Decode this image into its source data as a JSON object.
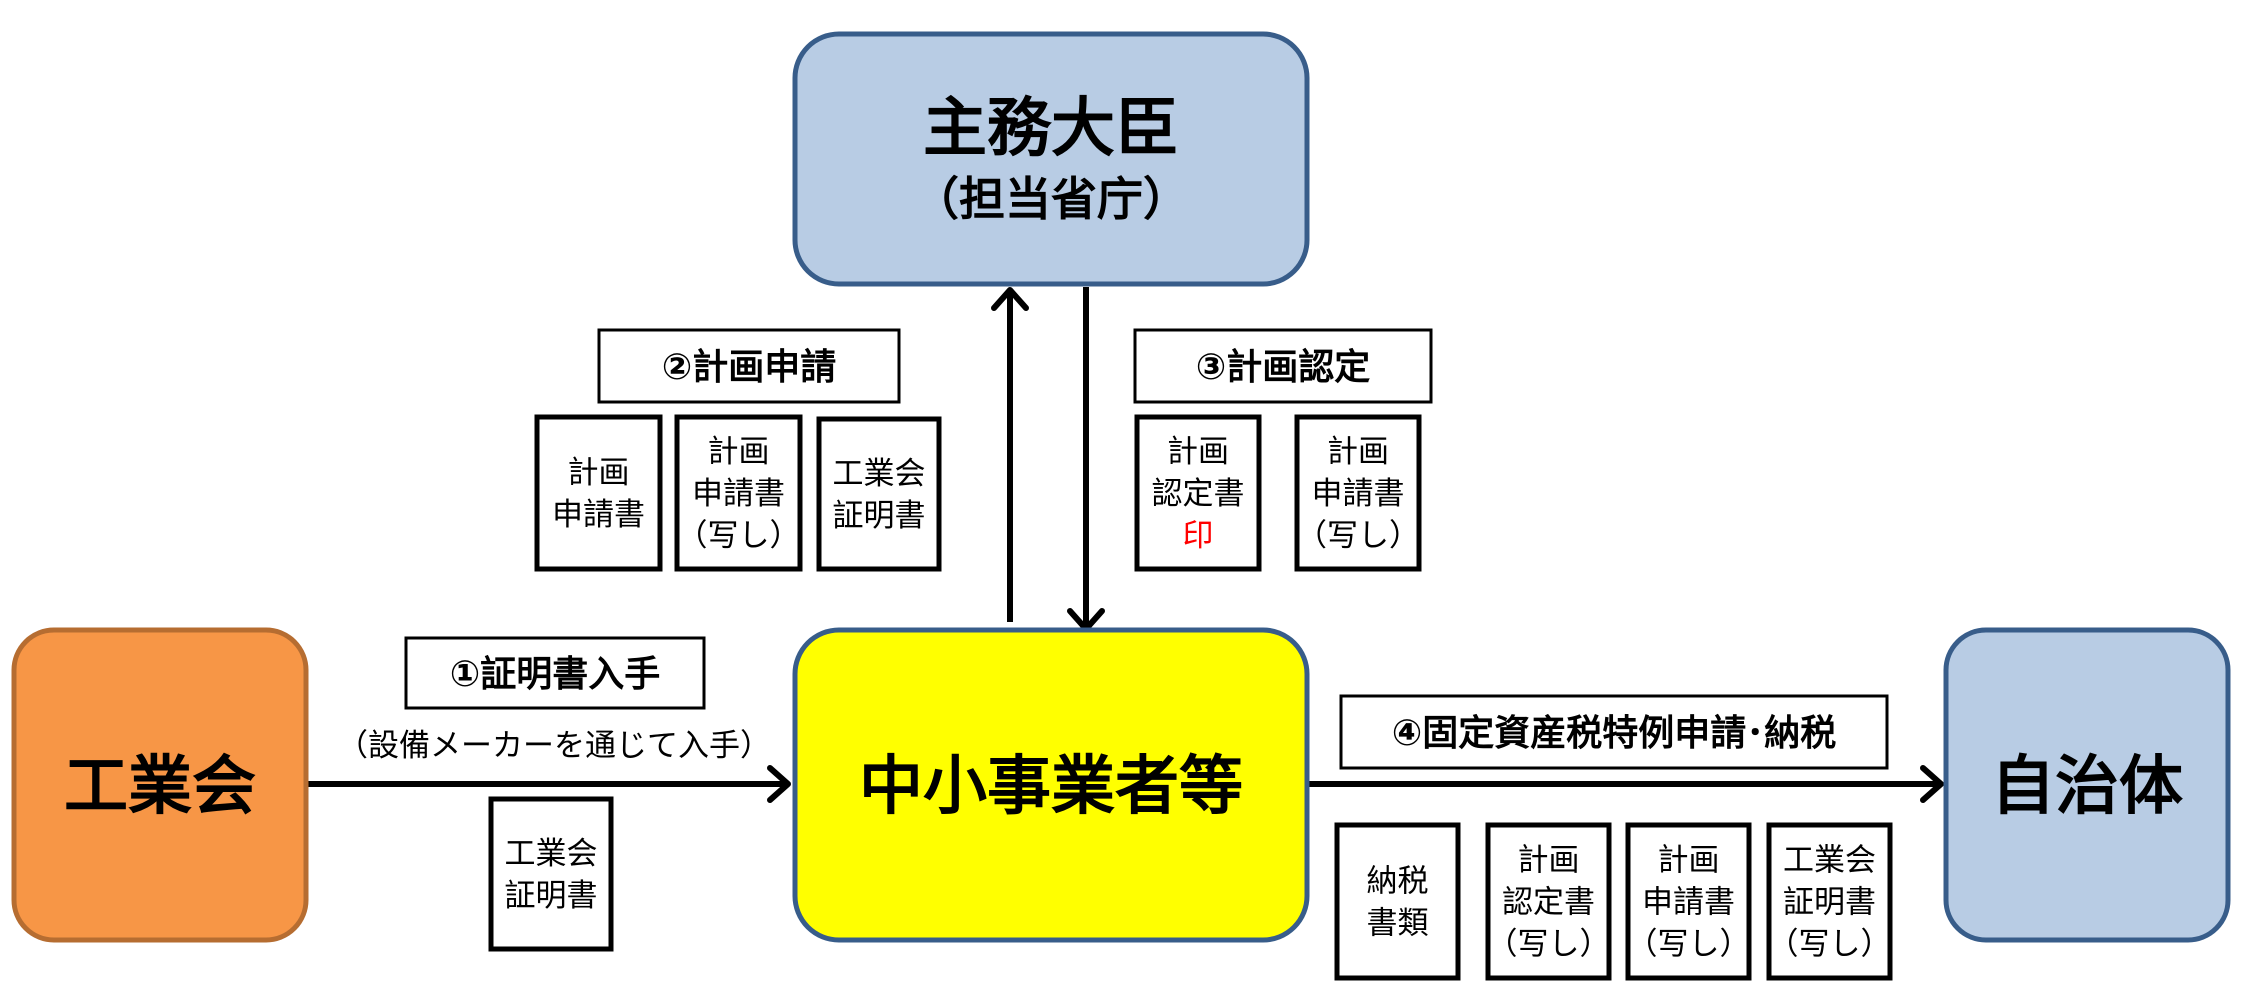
{
  "nodes": {
    "minister": {
      "title": "主務大臣",
      "subtitle": "（担当省庁）"
    },
    "industry_assoc": {
      "title": "工業会"
    },
    "sme": {
      "title": "中小事業者等"
    },
    "municipality": {
      "title": "自治体"
    }
  },
  "steps": {
    "step1": {
      "label": "①証明書入手",
      "note": "（設備メーカーを通じて入手）"
    },
    "step2": {
      "label": "②計画申請"
    },
    "step3": {
      "label": "③計画認定"
    },
    "step4": {
      "label": "④固定資産税特例申請･納税"
    }
  },
  "documents": {
    "step1_docs": [
      {
        "lines": [
          "工業会",
          "証明書"
        ]
      }
    ],
    "step2_docs": [
      {
        "lines": [
          "計画",
          "申請書"
        ]
      },
      {
        "lines": [
          "計画",
          "申請書",
          "（写し）"
        ]
      },
      {
        "lines": [
          "工業会",
          "証明書"
        ]
      }
    ],
    "step3_docs": [
      {
        "lines": [
          "計画",
          "認定書"
        ],
        "stamp": "印"
      },
      {
        "lines": [
          "計画",
          "申請書",
          "（写し）"
        ]
      }
    ],
    "step4_docs": [
      {
        "lines": [
          "納税",
          "書類"
        ]
      },
      {
        "lines": [
          "計画",
          "認定書",
          "（写し）"
        ]
      },
      {
        "lines": [
          "計画",
          "申請書",
          "（写し）"
        ]
      },
      {
        "lines": [
          "工業会",
          "証明書",
          "（写し）"
        ]
      }
    ]
  },
  "colors": {
    "minister_fill": "#b8cce4",
    "minister_stroke": "#385d8a",
    "industry_fill": "#f79646",
    "industry_stroke": "#b66d31",
    "sme_fill": "#ffff00",
    "sme_stroke": "#385d8a",
    "municipality_fill": "#b8cce4",
    "municipality_stroke": "#385d8a",
    "stamp": "#ff0000"
  }
}
